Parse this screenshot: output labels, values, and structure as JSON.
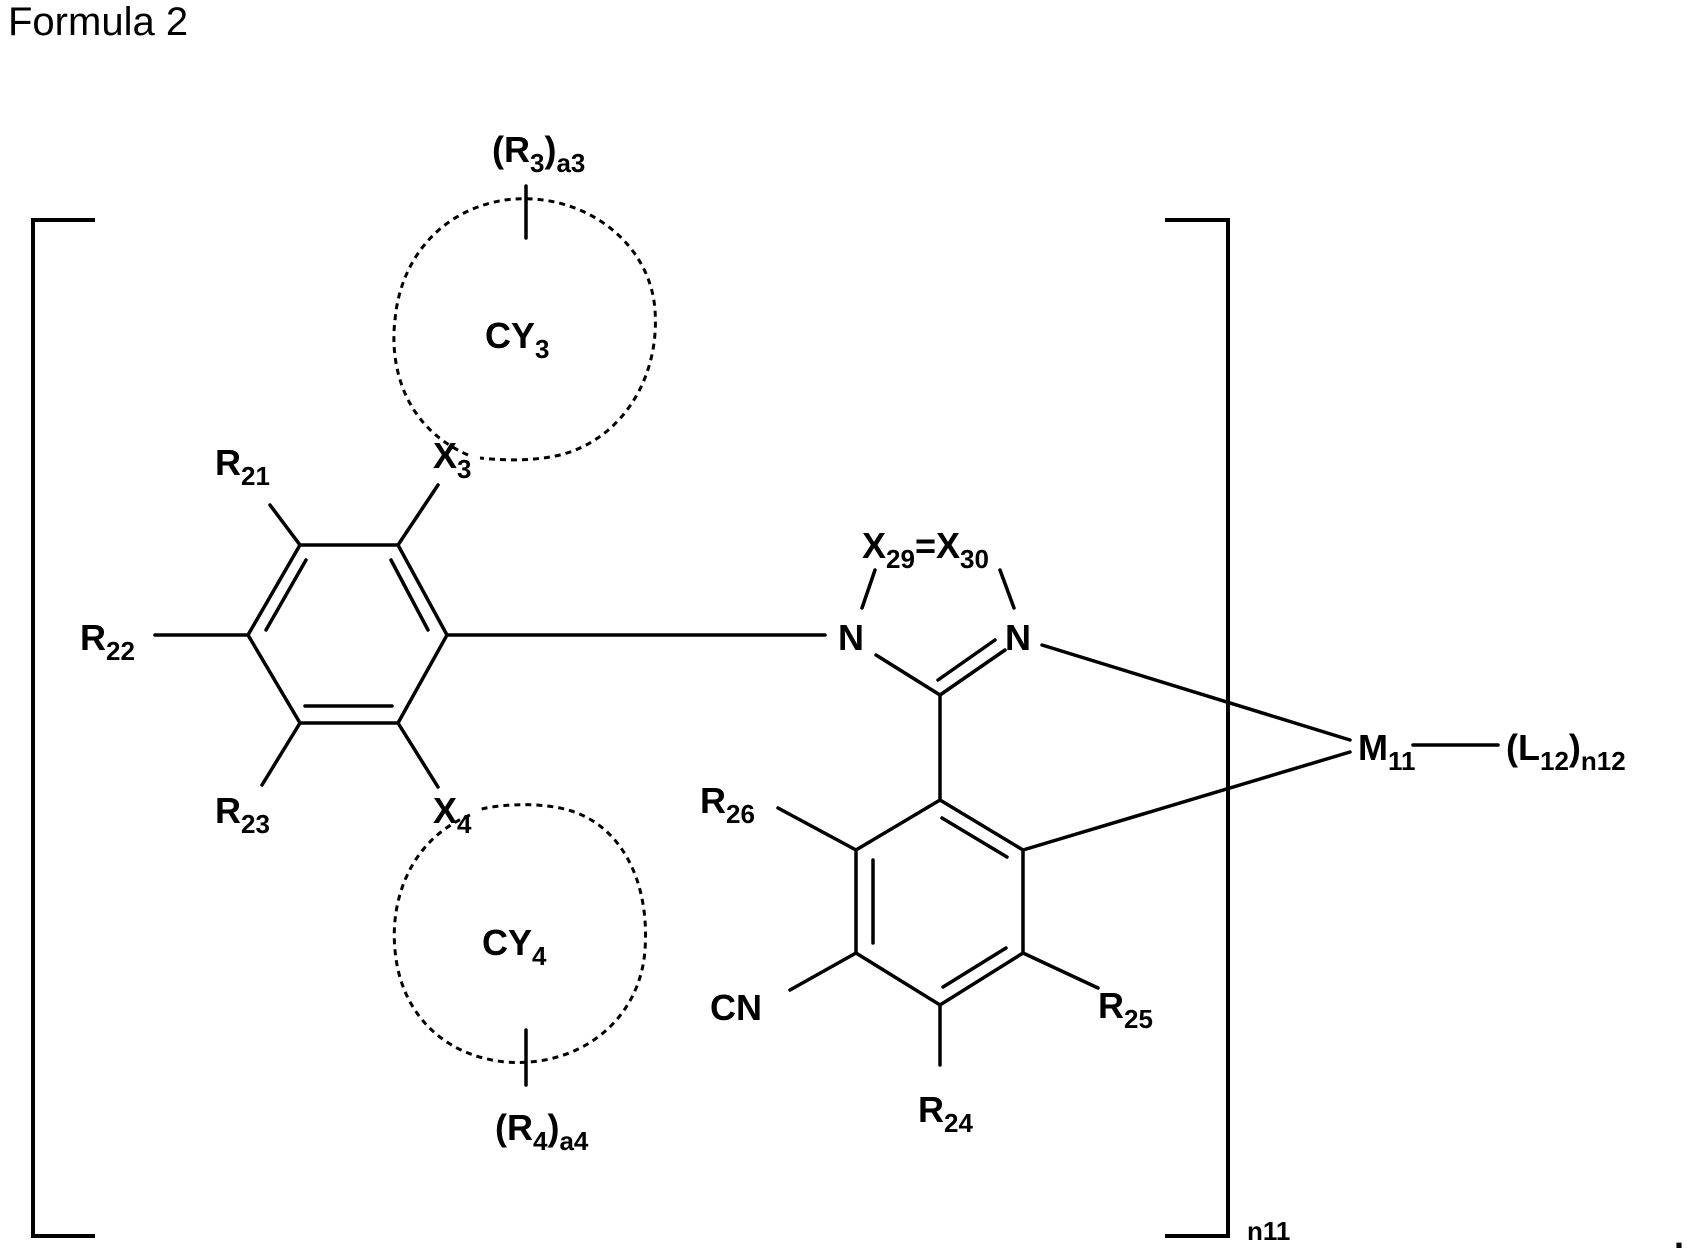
{
  "title": "Formula 2",
  "labels": {
    "r3_group": "(R3)a3",
    "r4_group": "(R4)a4",
    "cy3": "CY3",
    "cy4": "CY4",
    "x3": "X3",
    "x4": "X4",
    "r21": "R21",
    "r22": "R22",
    "r23": "R23",
    "x29": "X29",
    "x30": "X30",
    "n_left": "N",
    "n_right": "N",
    "r24": "R24",
    "r25": "R25",
    "r26": "R26",
    "cn": "CN",
    "m11": "M11",
    "l12_group": "(L12)n12",
    "n11": "n11"
  },
  "parts": {
    "r3_open": "(R",
    "r3_sub": "3",
    "r3_close": ")",
    "r3_a": "a3",
    "r4_open": "(R",
    "r4_sub": "4",
    "r4_close": ")",
    "r4_a": "a4",
    "cy": "CY",
    "cy3_sub": "3",
    "cy4_sub": "4",
    "x": "X",
    "x3_sub": "3",
    "x4_sub": "4",
    "x29_sub": "29",
    "x30_sub": "30",
    "eq": "=",
    "r": "R",
    "r21_sub": "21",
    "r22_sub": "22",
    "r23_sub": "23",
    "r24_sub": "24",
    "r25_sub": "25",
    "r26_sub": "26",
    "n": "N",
    "cn": "CN",
    "m": "M",
    "m11_sub": "11",
    "l_open": "(L",
    "l_sub": "12",
    "l_close": ")",
    "l_n": "n12",
    "n11": "n11",
    "dot": "."
  }
}
